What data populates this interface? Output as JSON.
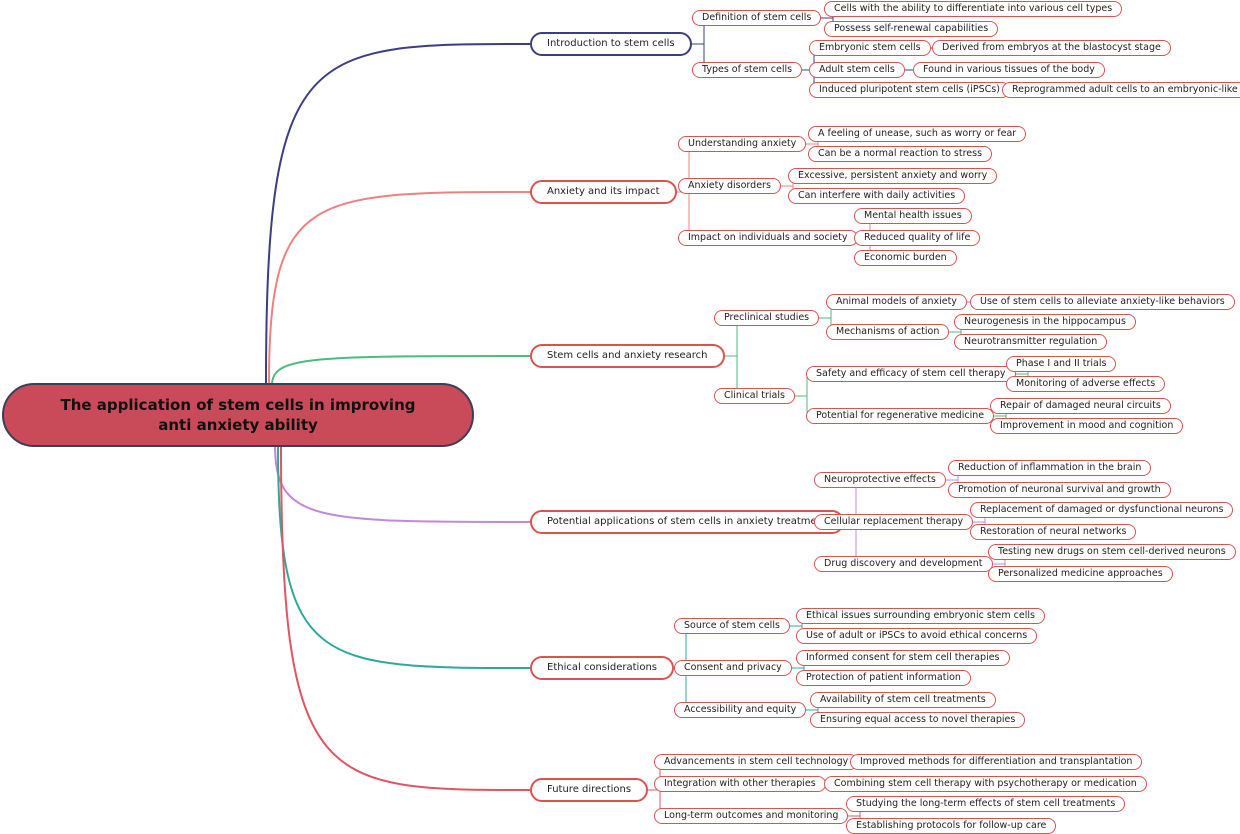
{
  "mindmap": {
    "root": {
      "label": "The application of stem cells in improving anti anxiety ability"
    },
    "branches": [
      {
        "label": "Introduction to stem cells",
        "color": "#3b3f80",
        "children": [
          {
            "label": "Definition of stem cells",
            "children": [
              {
                "label": "Cells with the ability to differentiate into various cell types"
              },
              {
                "label": "Possess self-renewal capabilities"
              }
            ]
          },
          {
            "label": "Types of stem cells",
            "children": [
              {
                "label": "Embryonic stem cells",
                "children": [
                  {
                    "label": "Derived from embryos at the blastocyst stage"
                  }
                ]
              },
              {
                "label": "Adult stem cells",
                "children": [
                  {
                    "label": "Found in various tissues of the body"
                  }
                ]
              },
              {
                "label": "Induced pluripotent stem cells (iPSCs)",
                "children": [
                  {
                    "label": "Reprogrammed adult cells to an embryonic-like state"
                  }
                ]
              }
            ]
          }
        ]
      },
      {
        "label": "Anxiety and its impact",
        "color": "#f08080",
        "children": [
          {
            "label": "Understanding anxiety",
            "children": [
              {
                "label": "A feeling of unease, such as worry or fear"
              },
              {
                "label": "Can be a normal reaction to stress"
              }
            ]
          },
          {
            "label": "Anxiety disorders",
            "children": [
              {
                "label": "Excessive, persistent anxiety and worry"
              },
              {
                "label": "Can interfere with daily activities"
              }
            ]
          },
          {
            "label": "Impact on individuals and society",
            "children": [
              {
                "label": "Mental health issues"
              },
              {
                "label": "Reduced quality of life"
              },
              {
                "label": "Economic burden"
              }
            ]
          }
        ]
      },
      {
        "label": "Stem cells and anxiety research",
        "color": "#4cbb7f",
        "children": [
          {
            "label": "Preclinical studies",
            "children": [
              {
                "label": "Animal models of anxiety",
                "children": [
                  {
                    "label": "Use of stem cells to alleviate anxiety-like behaviors"
                  }
                ]
              },
              {
                "label": "Mechanisms of action",
                "children": [
                  {
                    "label": "Neurogenesis in the hippocampus"
                  },
                  {
                    "label": "Neurotransmitter regulation"
                  }
                ]
              }
            ]
          },
          {
            "label": "Clinical trials",
            "children": [
              {
                "label": "Safety and efficacy of stem cell therapy",
                "children": [
                  {
                    "label": "Phase I and II trials"
                  },
                  {
                    "label": "Monitoring of adverse effects"
                  }
                ]
              },
              {
                "label": "Potential for regenerative medicine",
                "children": [
                  {
                    "label": "Repair of damaged neural circuits"
                  },
                  {
                    "label": "Improvement in mood and cognition"
                  }
                ]
              }
            ]
          }
        ]
      },
      {
        "label": "Potential applications of stem cells in anxiety treatment",
        "color": "#c08ad8",
        "children": [
          {
            "label": "Neuroprotective effects",
            "children": [
              {
                "label": "Reduction of inflammation in the brain"
              },
              {
                "label": "Promotion of neuronal survival and growth"
              }
            ]
          },
          {
            "label": "Cellular replacement therapy",
            "children": [
              {
                "label": "Replacement of damaged or dysfunctional neurons"
              },
              {
                "label": "Restoration of neural networks"
              }
            ]
          },
          {
            "label": "Drug discovery and development",
            "children": [
              {
                "label": "Testing new drugs on stem cell-derived neurons"
              },
              {
                "label": "Personalized medicine approaches"
              }
            ]
          }
        ]
      },
      {
        "label": "Ethical considerations",
        "color": "#2fa89b",
        "children": [
          {
            "label": "Source of stem cells",
            "children": [
              {
                "label": "Ethical issues surrounding embryonic stem cells"
              },
              {
                "label": "Use of adult or iPSCs to avoid ethical concerns"
              }
            ]
          },
          {
            "label": "Consent and privacy",
            "children": [
              {
                "label": "Informed consent for stem cell therapies"
              },
              {
                "label": "Protection of patient information"
              }
            ]
          },
          {
            "label": "Accessibility and equity",
            "children": [
              {
                "label": "Availability of stem cell treatments"
              },
              {
                "label": "Ensuring equal access to novel therapies"
              }
            ]
          }
        ]
      },
      {
        "label": "Future directions",
        "color": "#e05563",
        "children": [
          {
            "label": "Advancements in stem cell technology",
            "children": [
              {
                "label": "Improved methods for differentiation and transplantation"
              }
            ]
          },
          {
            "label": "Integration with other therapies",
            "children": [
              {
                "label": "Combining stem cell therapy with psychotherapy or medication"
              }
            ]
          },
          {
            "label": "Long-term outcomes and monitoring",
            "children": [
              {
                "label": "Studying the long-term effects of stem cell treatments"
              },
              {
                "label": "Establishing protocols for follow-up care"
              }
            ]
          }
        ]
      }
    ]
  }
}
